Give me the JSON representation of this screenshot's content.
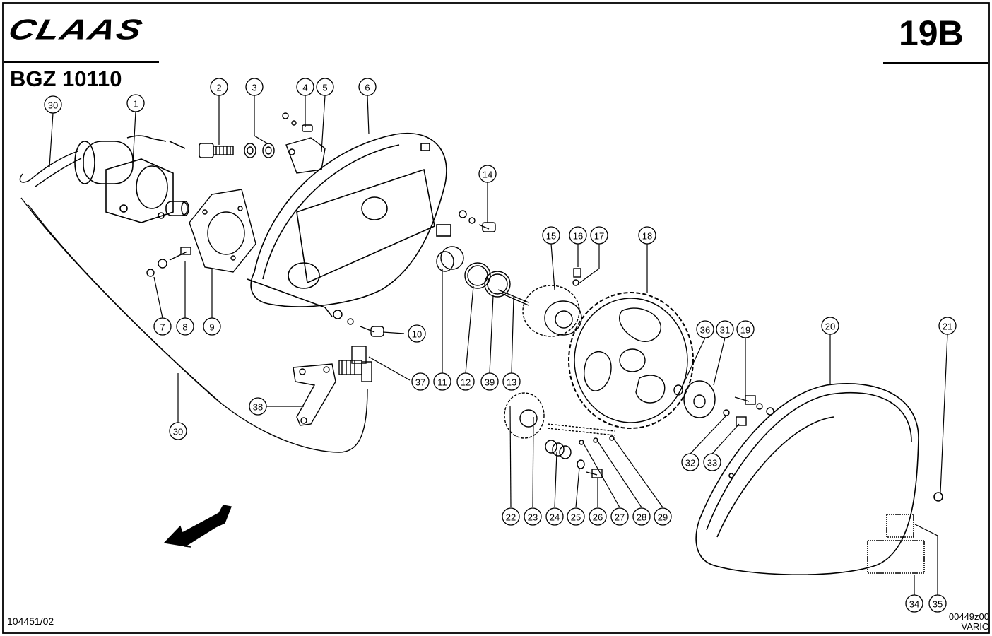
{
  "header": {
    "brand": "CLAAS",
    "page_number": "19B",
    "model": "BGZ 10110"
  },
  "footer": {
    "document_number": "104451/02",
    "figure_code": "00449z00",
    "variant": "VARIO"
  },
  "callouts": [
    "1",
    "2",
    "3",
    "4",
    "5",
    "6",
    "7",
    "8",
    "9",
    "10",
    "11",
    "12",
    "13",
    "14",
    "15",
    "16",
    "17",
    "18",
    "19",
    "20",
    "21",
    "22",
    "23",
    "24",
    "25",
    "26",
    "27",
    "28",
    "29",
    "30",
    "30",
    "31",
    "32",
    "33",
    "34",
    "35",
    "36",
    "37",
    "38",
    "39"
  ]
}
